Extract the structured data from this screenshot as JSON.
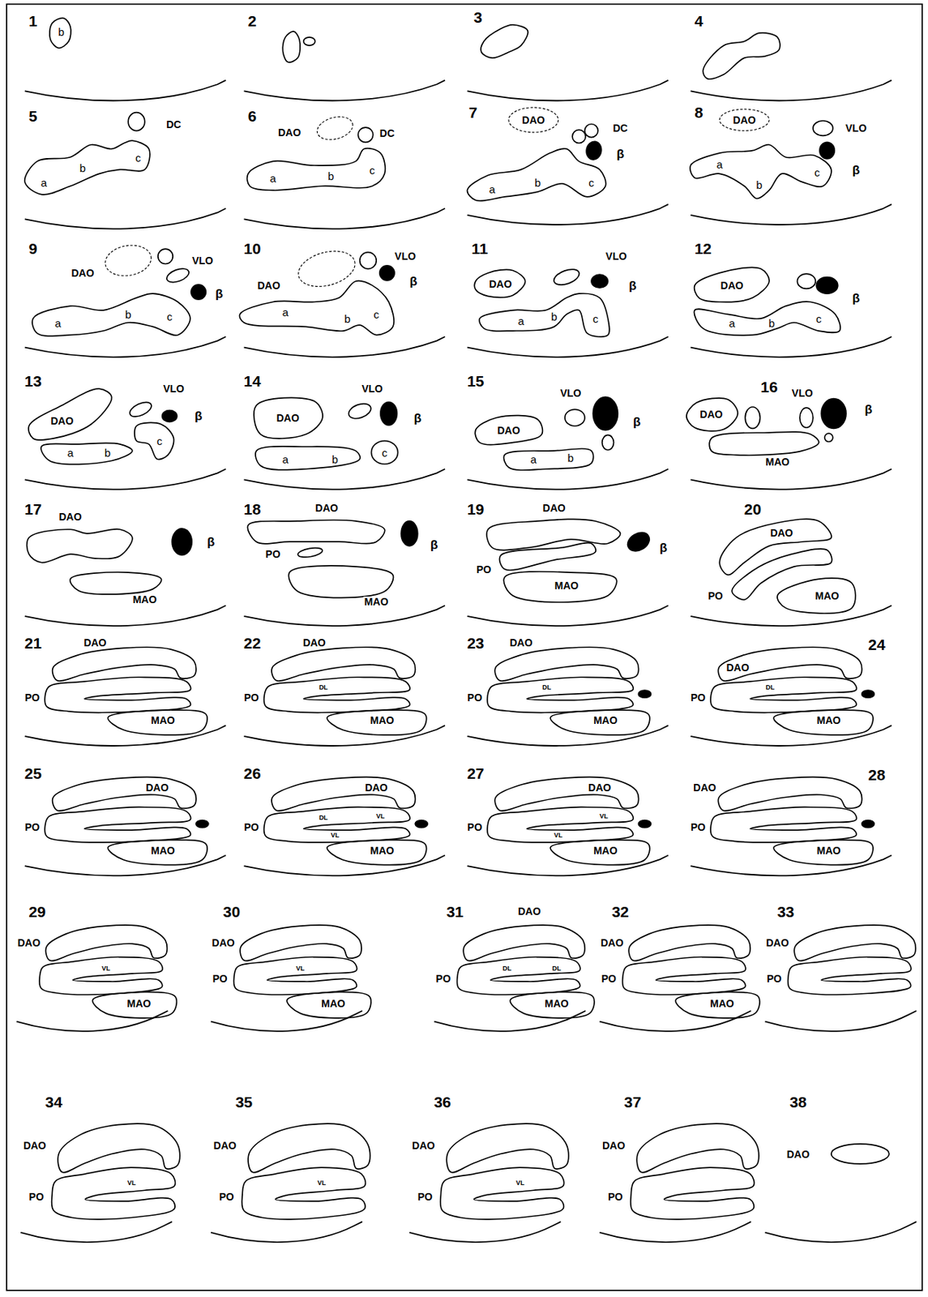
{
  "diagram": {
    "labels": [
      "1",
      "b",
      "2",
      "3",
      "4",
      "5",
      "DC",
      "a",
      "b",
      "c",
      "6",
      "DAO",
      "DC",
      "a",
      "b",
      "c",
      "7",
      "DAO",
      "DC",
      "β",
      "a",
      "b",
      "c",
      "8",
      "DAO",
      "VLO",
      "β",
      "a",
      "b",
      "c",
      "9",
      "DAO",
      "VLO",
      "β",
      "a",
      "b",
      "c",
      "10",
      "DAO",
      "VLO",
      "β",
      "a",
      "b",
      "c",
      "11",
      "DAO",
      "VLO",
      "β",
      "a",
      "b",
      "c",
      "12",
      "DAO",
      "β",
      "a",
      "b",
      "c",
      "13",
      "DAO",
      "VLO",
      "β",
      "a",
      "b",
      "c",
      "14",
      "DAO",
      "VLO",
      "β",
      "a",
      "b",
      "c",
      "15",
      "DAO",
      "VLO",
      "β",
      "a",
      "b",
      "16",
      "DAO",
      "VLO",
      "β",
      "MAO",
      "17",
      "DAO",
      "β",
      "MAO",
      "18",
      "DAO",
      "β",
      "PO",
      "MAO",
      "19",
      "DAO",
      "PO",
      "β",
      "MAO",
      "20",
      "DAO",
      "PO",
      "MAO",
      "21",
      "DAO",
      "PO",
      "MAO",
      "22",
      "DAO",
      "PO",
      "DL",
      "MAO",
      "23",
      "DAO",
      "PO",
      "DL",
      "MAO",
      "24",
      "DAO",
      "PO",
      "DL",
      "MAO",
      "25",
      "DAO",
      "PO",
      "MAO",
      "26",
      "DAO",
      "PO",
      "DL",
      "VL",
      "VL",
      "MAO",
      "27",
      "DAO",
      "PO",
      "VL",
      "VL",
      "MAO",
      "28",
      "DAO",
      "PO",
      "MAO",
      "29",
      "DAO",
      "VL",
      "MAO",
      "30",
      "DAO",
      "PO",
      "VL",
      "MAO",
      "31",
      "DAO",
      "PO",
      "DL",
      "DL",
      "MAO",
      "32",
      "DAO",
      "PO",
      "MAO",
      "33",
      "DAO",
      "PO",
      "34",
      "DAO",
      "PO",
      "VL",
      "35",
      "DAO",
      "PO",
      "VL",
      "36",
      "DAO",
      "PO",
      "VL",
      "37",
      "DAO",
      "PO",
      "38",
      "DAO"
    ]
  }
}
